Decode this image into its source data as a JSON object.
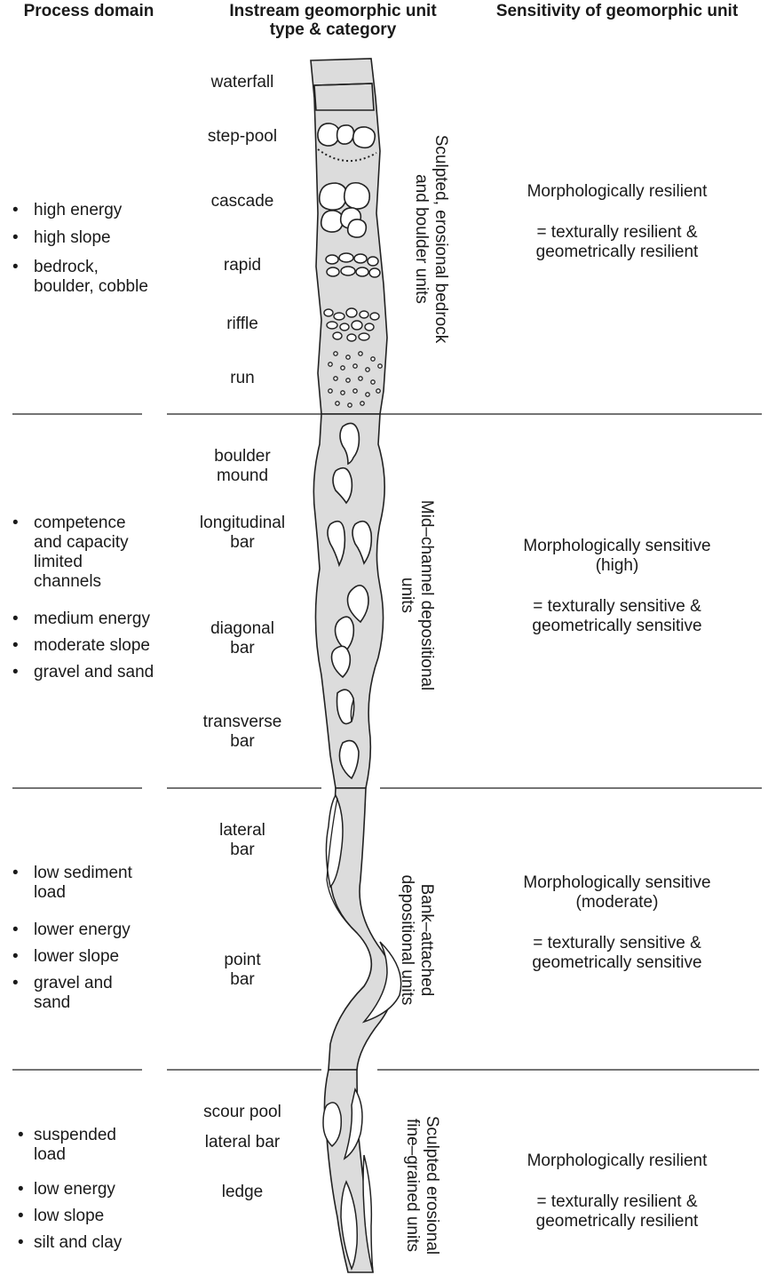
{
  "headers": {
    "process": "Process domain",
    "instream": "Instream geomorphic unit\ntype & category",
    "sensitivity": "Sensitivity of geomorphic unit"
  },
  "zones": [
    {
      "process": [
        "high energy",
        "high slope",
        "bedrock,\nboulder, cobble"
      ],
      "units": [
        "waterfall",
        "step-pool",
        "cascade",
        "rapid",
        "riffle",
        "run"
      ],
      "category": "Sculpted, erosional bedrock\nand boulder units",
      "sensitivity": "Morphologically resilient",
      "sensitivity_detail": "= texturally resilient &\ngeometrically resilient"
    },
    {
      "process": [
        "competence\nand capacity\nlimited\nchannels",
        "medium energy",
        "moderate slope",
        "gravel and sand"
      ],
      "units": [
        "boulder\nmound",
        "longitudinal\nbar",
        "diagonal\nbar",
        "transverse\nbar"
      ],
      "category": "Mid–channel depositional\nunits",
      "sensitivity": "Morphologically sensitive\n(high)",
      "sensitivity_detail": "= texturally sensitive &\ngeometrically sensitive"
    },
    {
      "process": [
        "low sediment\nload",
        "lower energy",
        "lower slope",
        "gravel and\nsand"
      ],
      "units": [
        "lateral\nbar",
        "point\nbar"
      ],
      "category": "Bank–attached\ndepositional units",
      "sensitivity": "Morphologically sensitive\n(moderate)",
      "sensitivity_detail": "= texturally sensitive &\ngeometrically sensitive"
    },
    {
      "process": [
        "suspended\nload",
        "low energy",
        "low slope",
        "silt and clay"
      ],
      "units": [
        "scour pool",
        "lateral bar",
        "ledge"
      ],
      "category": "Sculpted erosional\nfine–grained units",
      "sensitivity": "Morphologically resilient",
      "sensitivity_detail": "= texturally resilient &\ngeometrically resilient"
    }
  ],
  "bullet_symbol": "•"
}
